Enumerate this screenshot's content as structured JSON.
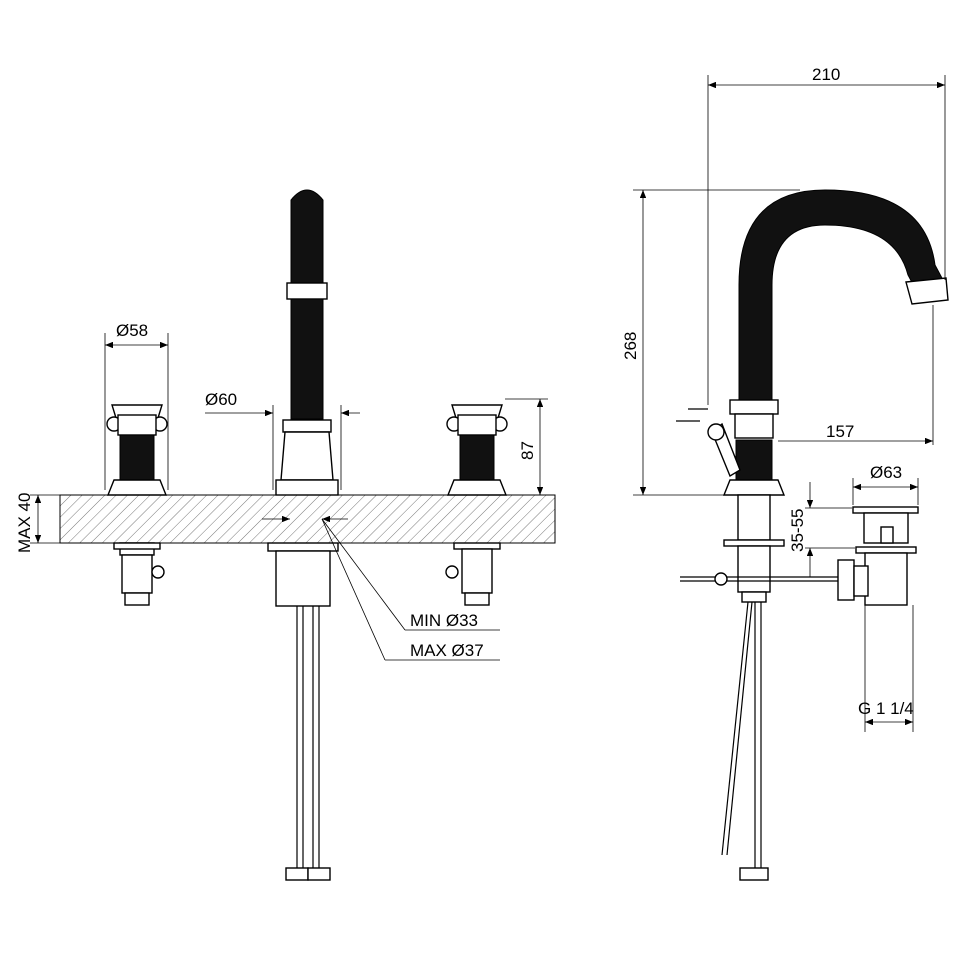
{
  "front_view": {
    "handle_diameter": "Ø58",
    "spout_base_diameter": "Ø60",
    "handle_height": "87",
    "max_deck_thickness": "MAX 40",
    "min_hole": "MIN Ø33",
    "max_hole": "MAX Ø37"
  },
  "side_view": {
    "projection": "210",
    "height": "268",
    "spout_reach": "157",
    "drain_diameter": "Ø63",
    "drain_range": "35-55",
    "drain_thread": "G 1 1/4"
  }
}
